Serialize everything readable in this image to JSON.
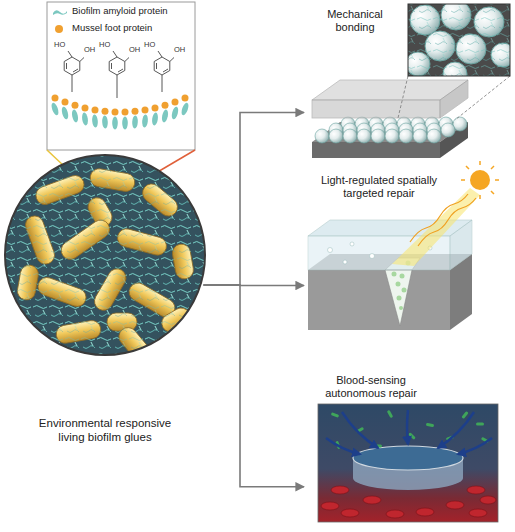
{
  "diagram": {
    "nodes": [
      {
        "text": [
          "Environmental responsive living biofilm glues"
        ]
      },
      {
        "text": [
          "Mechanical bonding"
        ]
      },
      {
        "text": [
          "Light-regulated spatially targeted repair"
        ]
      },
      {
        "text": [
          "Blood-sensing autonomous repair"
        ]
      }
    ],
    "edges": [
      {
        "from": 0,
        "to": 1,
        "arrow": "to"
      },
      {
        "from": 0,
        "to": 2,
        "arrow": "to"
      },
      {
        "from": 0,
        "to": 3,
        "arrow": "to"
      }
    ],
    "labels": [
      "HO",
      "OH",
      "HO",
      "OH",
      "HO",
      "OH"
    ],
    "legend": [
      {
        "text": "Biofilm amyloid protein",
        "color": "#7cc8c0"
      },
      {
        "text": "Mussel foot protein",
        "color": "#f0a030"
      }
    ]
  }
}
